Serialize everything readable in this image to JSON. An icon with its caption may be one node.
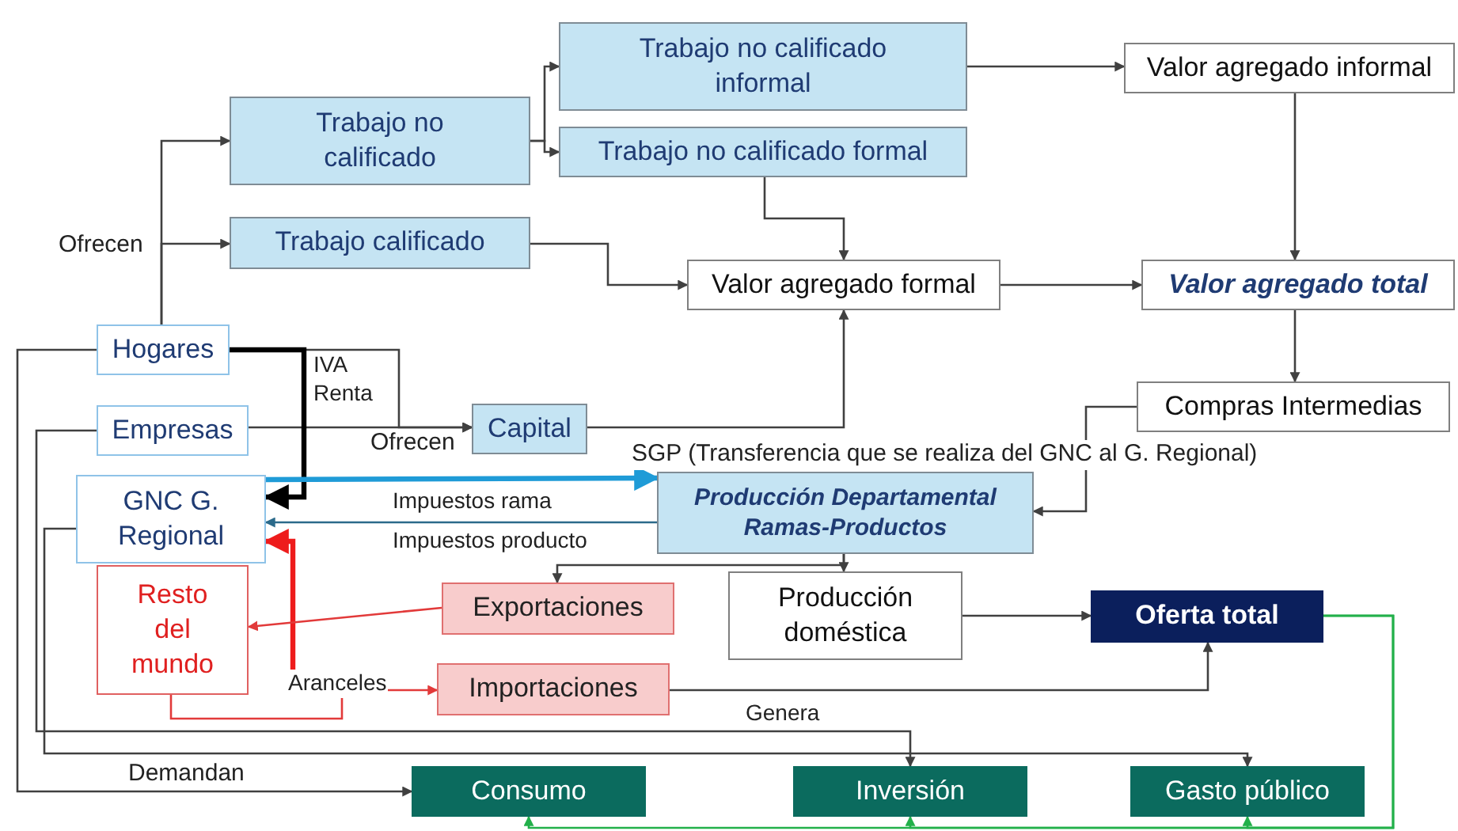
{
  "diagram": {
    "nodes": [
      {
        "text": [
          "Trabajo no calificado"
        ]
      },
      {
        "text": [
          "Trabajo no calificado informal"
        ]
      },
      {
        "text": [
          "Trabajo no calificado formal"
        ]
      },
      {
        "text": [
          "Valor agregado informal"
        ]
      },
      {
        "text": [
          "Trabajo calificado"
        ]
      },
      {
        "text": [
          "Valor agregado formal"
        ]
      },
      {
        "text": [
          "Valor agregado total"
        ]
      },
      {
        "text": [
          "Hogares"
        ]
      },
      {
        "text": [
          "Compras Intermedias"
        ]
      },
      {
        "text": [
          "Empresas"
        ]
      },
      {
        "text": [
          "Capital"
        ]
      },
      {
        "text": [
          "GNC G. Regional"
        ]
      },
      {
        "text": [
          "Producción Departamental Ramas-Productos"
        ]
      },
      {
        "text": [
          "Resto del mundo"
        ]
      },
      {
        "text": [
          "Exportaciones"
        ]
      },
      {
        "text": [
          "Producción doméstica"
        ]
      },
      {
        "text": [
          "Oferta total"
        ]
      },
      {
        "text": [
          "Importaciones"
        ]
      },
      {
        "text": [
          "Consumo"
        ]
      },
      {
        "text": [
          "Inversión"
        ]
      },
      {
        "text": [
          "Gasto público"
        ]
      }
    ],
    "edges": [
      {
        "from": 7,
        "to": 0,
        "arrow": "to"
      },
      {
        "from": 7,
        "to": 4,
        "arrow": "to",
        "label": "Ofrecen"
      },
      {
        "from": 0,
        "to": 1,
        "arrow": "to"
      },
      {
        "from": 0,
        "to": 2,
        "arrow": "to"
      },
      {
        "from": 1,
        "to": 3,
        "arrow": "to"
      },
      {
        "from": 2,
        "to": 5,
        "arrow": "to"
      },
      {
        "from": 4,
        "to": 5,
        "arrow": "to"
      },
      {
        "from": 3,
        "to": 6,
        "arrow": "to"
      },
      {
        "from": 5,
        "to": 6,
        "arrow": "to"
      },
      {
        "from": 6,
        "to": 8,
        "arrow": "to"
      },
      {
        "from": 8,
        "to": 12,
        "arrow": "to"
      },
      {
        "from": 10,
        "to": 5,
        "arrow": "to"
      },
      {
        "from": 7,
        "to": 10,
        "arrow": "to"
      },
      {
        "from": 9,
        "to": 10,
        "arrow": "to",
        "label": "Ofrecen"
      },
      {
        "from": 7,
        "to": 11,
        "arrow": "to",
        "label": "IVA Renta",
        "style": "thick",
        "color": "#000000"
      },
      {
        "from": 11,
        "to": 12,
        "arrow": "to",
        "label": "SGP (Transferencia que se realiza del GNC al G. Regional)",
        "style": "thick",
        "color": "#1f9bd7"
      },
      {
        "from": 12,
        "to": 11,
        "arrow": "to",
        "label": "Impuestos rama",
        "color": "#2b6a8a"
      },
      {
        "from": null,
        "to": 11,
        "arrow": "to",
        "label": "Aranceles",
        "style": "thick",
        "color": "#ee1c1c"
      },
      {
        "from": 14,
        "to": 13,
        "arrow": "to",
        "color": "#e23a3a"
      },
      {
        "from": 13,
        "to": 17,
        "arrow": "to",
        "color": "#e23a3a"
      },
      {
        "from": 12,
        "to": 15,
        "arrow": "to"
      },
      {
        "from": 12,
        "to": 14,
        "arrow": "to"
      },
      {
        "from": 15,
        "to": 16,
        "arrow": "to"
      },
      {
        "from": 17,
        "to": 16,
        "arrow": "to"
      },
      {
        "from": 11,
        "to": 20,
        "arrow": "to"
      },
      {
        "from": 9,
        "to": 19,
        "arrow": "to",
        "label": "Genera"
      },
      {
        "from": 7,
        "to": 18,
        "arrow": "to",
        "label": "Demandan"
      },
      {
        "from": 16,
        "to": 18,
        "arrow": "to",
        "color": "#22b04a"
      },
      {
        "from": 16,
        "to": 19,
        "arrow": "to",
        "color": "#22b04a"
      },
      {
        "from": 16,
        "to": 20,
        "arrow": "to",
        "color": "#22b04a"
      }
    ],
    "labels": [
      "Impuestos producto"
    ]
  }
}
